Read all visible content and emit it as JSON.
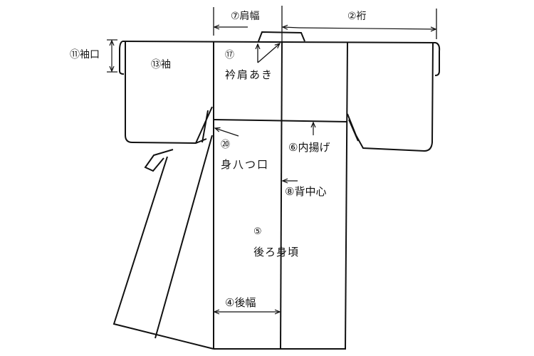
{
  "labels": {
    "shoulder_width": "⑦肩幅",
    "yuki": "②裄",
    "sleeve_opening": "⑪袖口",
    "sleeve": "⑬袖",
    "collar_num": "⑰",
    "collar": "衿肩あき",
    "underarm_num": "⑳",
    "underarm": "身八つ口",
    "tuck": "⑥内揚げ",
    "center_back": "⑧背中心",
    "back_body_num": "⑤",
    "back_body": "後ろ身頃",
    "back_width": "④後幅"
  },
  "colors": {
    "line": "#111111",
    "background": "#ffffff"
  }
}
